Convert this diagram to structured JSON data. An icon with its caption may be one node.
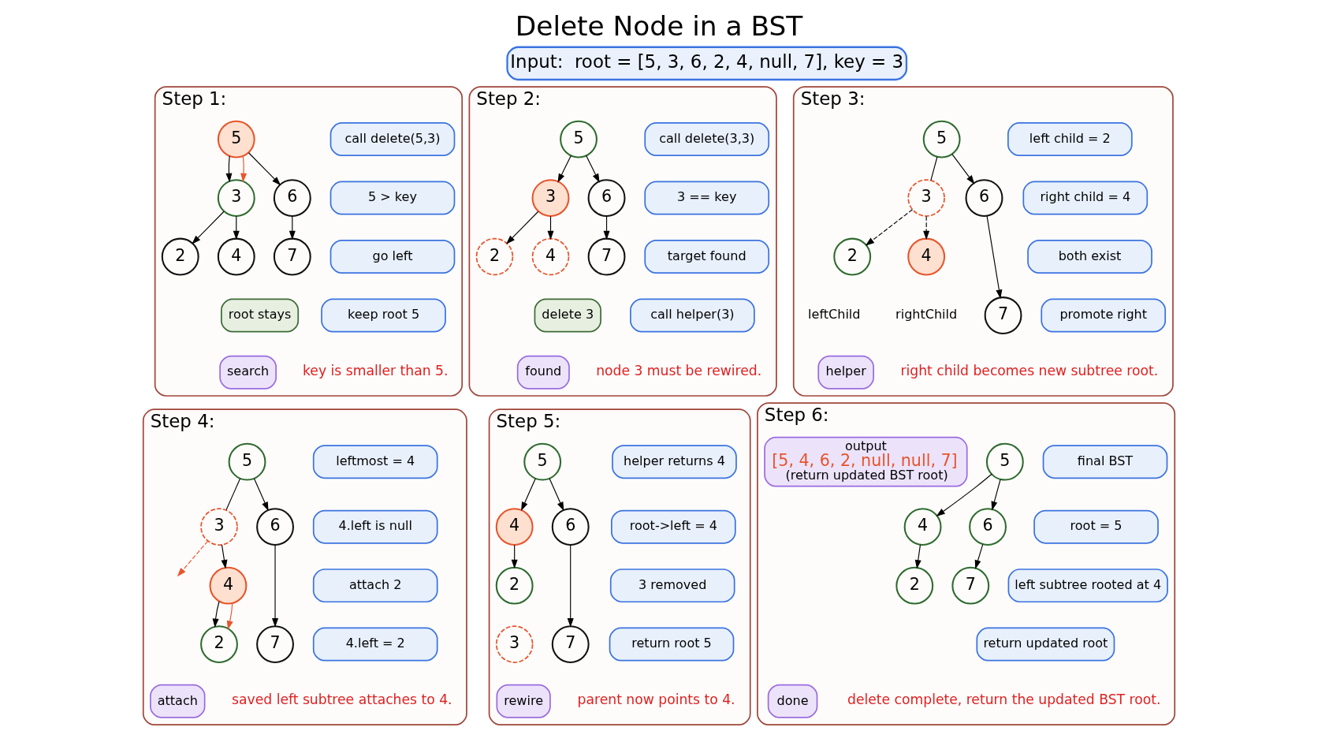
{
  "diagram": {
    "title": "Delete Node in a BST",
    "nodes": [
      {
        "text": [
          "Input:  root = [5, 3, 6, 2, 4, null, 7], key = 3"
        ]
      },
      {
        "text": [
          "Step 1:"
        ]
      },
      {
        "text": [
          "call delete(5,3)"
        ],
        "in": 1
      },
      {
        "text": [
          "5 > key"
        ],
        "in": 1
      },
      {
        "text": [
          "go left"
        ],
        "in": 1
      },
      {
        "text": [
          "keep root 5"
        ],
        "in": 1
      },
      {
        "text": [
          "5"
        ],
        "in": 1
      },
      {
        "text": [
          "3"
        ],
        "in": 1
      },
      {
        "text": [
          "6"
        ],
        "in": 1
      },
      {
        "text": [
          "2"
        ],
        "in": 1
      },
      {
        "text": [
          "4"
        ],
        "in": 1
      },
      {
        "text": [
          "7"
        ],
        "in": 1
      },
      {
        "text": [
          "root stays"
        ],
        "in": 1
      },
      {
        "text": [
          "search"
        ],
        "in": 1
      },
      {
        "text": [
          "Step 2:"
        ]
      },
      {
        "text": [
          "call delete(3,3)"
        ],
        "in": 14
      },
      {
        "text": [
          "3 == key"
        ],
        "in": 14
      },
      {
        "text": [
          "target found"
        ],
        "in": 14
      },
      {
        "text": [
          "call helper(3)"
        ],
        "in": 14
      },
      {
        "text": [
          "5"
        ],
        "in": 14
      },
      {
        "text": [
          "3"
        ],
        "in": 14
      },
      {
        "text": [
          "6"
        ],
        "in": 14
      },
      {
        "text": [
          "2"
        ],
        "in": 14
      },
      {
        "text": [
          "4"
        ],
        "in": 14
      },
      {
        "text": [
          "7"
        ],
        "in": 14
      },
      {
        "text": [
          "delete 3"
        ],
        "in": 14
      },
      {
        "text": [
          "found"
        ],
        "in": 14
      },
      {
        "text": [
          "Step 3:"
        ]
      },
      {
        "text": [
          "left child = 2"
        ],
        "in": 27
      },
      {
        "text": [
          "right child = 4"
        ],
        "in": 27
      },
      {
        "text": [
          "both exist"
        ],
        "in": 27
      },
      {
        "text": [
          "promote right"
        ],
        "in": 27
      },
      {
        "text": [
          "5"
        ],
        "in": 27
      },
      {
        "text": [
          "3"
        ],
        "in": 27
      },
      {
        "text": [
          "6"
        ],
        "in": 27
      },
      {
        "text": [
          "2"
        ],
        "in": 27,
        "beside": [
          "leftChild"
        ]
      },
      {
        "text": [
          "4"
        ],
        "in": 27,
        "beside": [
          "rightChild"
        ]
      },
      {
        "text": [
          "7"
        ],
        "in": 27
      },
      {
        "text": [
          "helper"
        ],
        "in": 27
      },
      {
        "text": [
          "Step 4:"
        ]
      },
      {
        "text": [
          "leftmost = 4"
        ],
        "in": 39
      },
      {
        "text": [
          "4.left is null"
        ],
        "in": 39
      },
      {
        "text": [
          "attach 2"
        ],
        "in": 39
      },
      {
        "text": [
          "4.left = 2"
        ],
        "in": 39
      },
      {
        "text": [
          "5"
        ],
        "in": 39
      },
      {
        "text": [
          "3"
        ],
        "in": 39
      },
      {
        "text": [
          "6"
        ],
        "in": 39
      },
      {
        "text": [
          "4"
        ],
        "in": 39
      },
      {
        "text": [
          "2"
        ],
        "in": 39
      },
      {
        "text": [
          "7"
        ],
        "in": 39
      },
      {
        "text": [
          "attach"
        ],
        "in": 39
      },
      {
        "text": [
          "Step 5:"
        ]
      },
      {
        "text": [
          "helper returns 4"
        ],
        "in": 51
      },
      {
        "text": [
          "root->left = 4"
        ],
        "in": 51
      },
      {
        "text": [
          "3 removed"
        ],
        "in": 51
      },
      {
        "text": [
          "return root 5"
        ],
        "in": 51
      },
      {
        "text": [
          "5"
        ],
        "in": 51
      },
      {
        "text": [
          "4"
        ],
        "in": 51
      },
      {
        "text": [
          "6"
        ],
        "in": 51
      },
      {
        "text": [
          "2"
        ],
        "in": 51
      },
      {
        "text": [
          "3"
        ],
        "in": 51
      },
      {
        "text": [
          "7"
        ],
        "in": 51
      },
      {
        "text": [
          "rewire"
        ],
        "in": 51
      },
      {
        "text": [
          "Step 6:"
        ]
      },
      {
        "text": [
          "final BST"
        ],
        "in": 63
      },
      {
        "text": [
          "root = 5"
        ],
        "in": 63
      },
      {
        "text": [
          "left subtree rooted at 4"
        ],
        "in": 63
      },
      {
        "text": [
          "return updated root"
        ],
        "in": 63
      },
      {
        "text": [
          "5"
        ],
        "in": 63
      },
      {
        "text": [
          "4"
        ],
        "in": 63
      },
      {
        "text": [
          "6"
        ],
        "in": 63
      },
      {
        "text": [
          "2"
        ],
        "in": 63
      },
      {
        "text": [
          "7"
        ],
        "in": 63
      },
      {
        "text": [
          "done"
        ],
        "in": 63
      },
      {
        "text": [
          "output",
          "[5, 4, 6, 2, null, null, 7]",
          "(return updated BST root)"
        ],
        "in": 63
      }
    ],
    "edges": [
      {
        "from": 6,
        "to": 7,
        "arrow": "to"
      },
      {
        "from": 6,
        "to": 8,
        "arrow": "to"
      },
      {
        "from": 7,
        "to": 9,
        "arrow": "to"
      },
      {
        "from": 7,
        "to": 10,
        "arrow": "to"
      },
      {
        "from": 8,
        "to": 11,
        "arrow": "to"
      },
      {
        "from": 6,
        "to": 7,
        "arrow": "to",
        "color": "#e8542a"
      },
      {
        "from": 19,
        "to": 20,
        "arrow": "to"
      },
      {
        "from": 19,
        "to": 21,
        "arrow": "to"
      },
      {
        "from": 20,
        "to": 22,
        "arrow": "to"
      },
      {
        "from": 20,
        "to": 23,
        "arrow": "to"
      },
      {
        "from": 21,
        "to": 24,
        "arrow": "to"
      },
      {
        "from": 32,
        "to": 33,
        "arrow": "none"
      },
      {
        "from": 32,
        "to": 34,
        "arrow": "to"
      },
      {
        "from": 33,
        "to": 35,
        "arrow": "to",
        "style": "dashed"
      },
      {
        "from": 33,
        "to": 36,
        "arrow": "to",
        "style": "dashed"
      },
      {
        "from": 34,
        "to": 37,
        "arrow": "to"
      },
      {
        "from": 44,
        "to": 45,
        "arrow": "none"
      },
      {
        "from": 44,
        "to": 46,
        "arrow": "to"
      },
      {
        "from": 45,
        "to": null,
        "arrow": "to",
        "style": "dashed",
        "color": "#e8542a"
      },
      {
        "from": 45,
        "to": 47,
        "arrow": "to"
      },
      {
        "from": 47,
        "to": 48,
        "arrow": "to"
      },
      {
        "from": 47,
        "to": 48,
        "arrow": "to",
        "color": "#e8542a"
      },
      {
        "from": 46,
        "to": 49,
        "arrow": "to"
      },
      {
        "from": 56,
        "to": 57,
        "arrow": "to"
      },
      {
        "from": 56,
        "to": 58,
        "arrow": "to"
      },
      {
        "from": 57,
        "to": 59,
        "arrow": "to"
      },
      {
        "from": 58,
        "to": 61,
        "arrow": "to"
      },
      {
        "from": 68,
        "to": 69,
        "arrow": "to"
      },
      {
        "from": 68,
        "to": 70,
        "arrow": "to"
      },
      {
        "from": 69,
        "to": 71,
        "arrow": "to"
      },
      {
        "from": 70,
        "to": 72,
        "arrow": "to"
      }
    ],
    "labels": [
      "key is smaller than 5.",
      "node 3 must be rewired.",
      "right child becomes new subtree root.",
      "saved left subtree attaches to 4.",
      "parent now points to 4.",
      "delete complete, return the updated BST root."
    ]
  }
}
